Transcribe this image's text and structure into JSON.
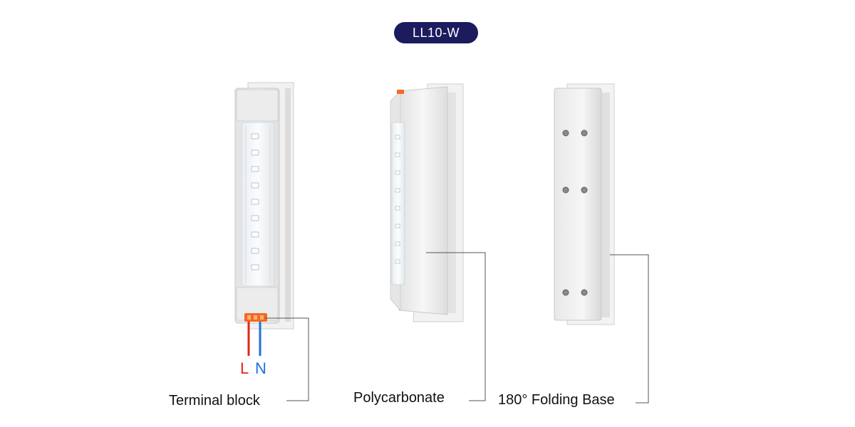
{
  "model_badge": "LL10-W",
  "wires": {
    "live": {
      "label": "L",
      "color": "#e0261c"
    },
    "neutral": {
      "label": "N",
      "color": "#1f6fe0"
    }
  },
  "callouts": {
    "terminal_block": "Terminal block",
    "polycarbonate": "Polycarbonate",
    "folding_base": "180° Folding Base"
  },
  "colors": {
    "badge_bg": "#1b1b5e",
    "product_body": "#eeeeee",
    "terminal_orange": "#f26a21",
    "leader_line": "#555555"
  }
}
